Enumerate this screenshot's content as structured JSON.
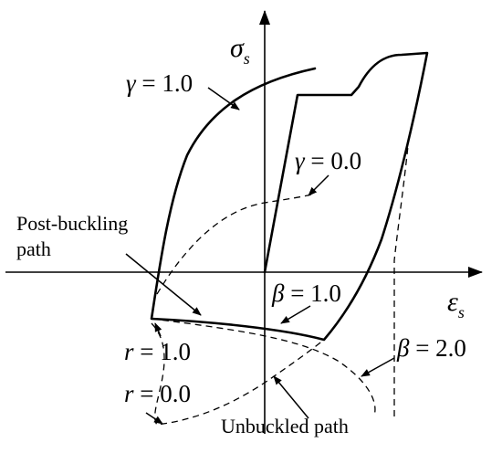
{
  "axes": {
    "y_symbol": "σ",
    "y_sub": "s",
    "x_symbol": "ε",
    "x_sub": "s"
  },
  "labels": {
    "gamma_1": {
      "symbol": "γ",
      "rest": " = 1.0"
    },
    "gamma_0": {
      "symbol": "γ",
      "rest": " = 0.0"
    },
    "beta_1": {
      "symbol": "β",
      "rest": " = 1.0"
    },
    "beta_2": {
      "symbol": "β",
      "rest": " = 2.0"
    },
    "r_1": {
      "symbol": "r",
      "rest": " = 1.0"
    },
    "r_0": {
      "symbol": "r",
      "rest": " = 0.0"
    },
    "post_buckling_line1": "Post-buckling",
    "post_buckling_line2": "path",
    "unbuckled": "Unbuckled path"
  }
}
